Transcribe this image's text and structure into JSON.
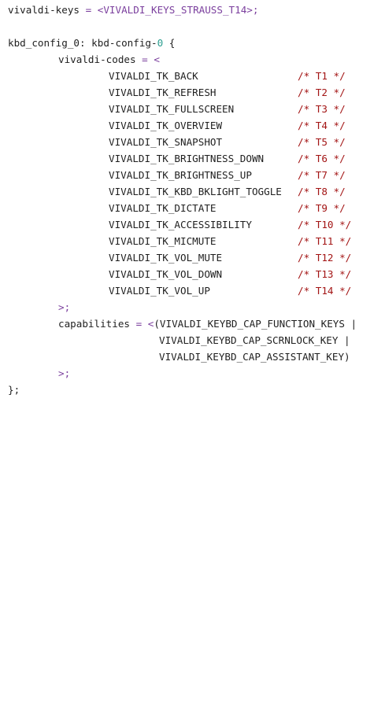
{
  "code": {
    "line_keys_name": "vivaldi-keys",
    "line_keys_eq": " = ",
    "line_keys_value": "<VIVALDI_KEYS_STRAUSS_T14>",
    "line_keys_end": ";",
    "line_cfg_label": "kbd_config_0",
    "line_cfg_colon": ": ",
    "line_cfg_node": "kbd-config-",
    "line_cfg_num": "0",
    "line_cfg_brace": " {",
    "line_codes_name": "vivaldi-codes",
    "line_codes_eq": " = ",
    "line_codes_open": "<",
    "codes": [
      {
        "name": "VIVALDI_TK_BACK",
        "comment": "/* T1 */"
      },
      {
        "name": "VIVALDI_TK_REFRESH",
        "comment": "/* T2 */"
      },
      {
        "name": "VIVALDI_TK_FULLSCREEN",
        "comment": "/* T3 */"
      },
      {
        "name": "VIVALDI_TK_OVERVIEW",
        "comment": "/* T4 */"
      },
      {
        "name": "VIVALDI_TK_SNAPSHOT",
        "comment": "/* T5 */"
      },
      {
        "name": "VIVALDI_TK_BRIGHTNESS_DOWN",
        "comment": "/* T6 */"
      },
      {
        "name": "VIVALDI_TK_BRIGHTNESS_UP",
        "comment": "/* T7 */"
      },
      {
        "name": "VIVALDI_TK_KBD_BKLIGHT_TOGGLE",
        "comment": "/* T8 */"
      },
      {
        "name": "VIVALDI_TK_DICTATE",
        "comment": "/* T9 */"
      },
      {
        "name": "VIVALDI_TK_ACCESSIBILITY",
        "comment": "/* T10 */"
      },
      {
        "name": "VIVALDI_TK_MICMUTE",
        "comment": "/* T11 */"
      },
      {
        "name": "VIVALDI_TK_VOL_MUTE",
        "comment": "/* T12 */"
      },
      {
        "name": "VIVALDI_TK_VOL_DOWN",
        "comment": "/* T13 */"
      },
      {
        "name": "VIVALDI_TK_VOL_UP",
        "comment": "/* T14 */"
      }
    ],
    "line_codes_close": ">;",
    "line_caps_name": "capabilities",
    "line_caps_eq": " = ",
    "line_caps_open": "<",
    "line_caps_v1": "(VIVALDI_KEYBD_CAP_FUNCTION_KEYS |",
    "line_caps_v2": "VIVALDI_KEYBD_CAP_SCRNLOCK_KEY |",
    "line_caps_v3": "VIVALDI_KEYBD_CAP_ASSISTANT_KEY)",
    "line_caps_close": ">;",
    "line_cfg_close": "};"
  },
  "colors": {
    "comment": "#a31515",
    "operator": "#7a3e9d",
    "number": "#2a9d8f",
    "text": "#1f1f1f",
    "background": "#ffffff"
  }
}
